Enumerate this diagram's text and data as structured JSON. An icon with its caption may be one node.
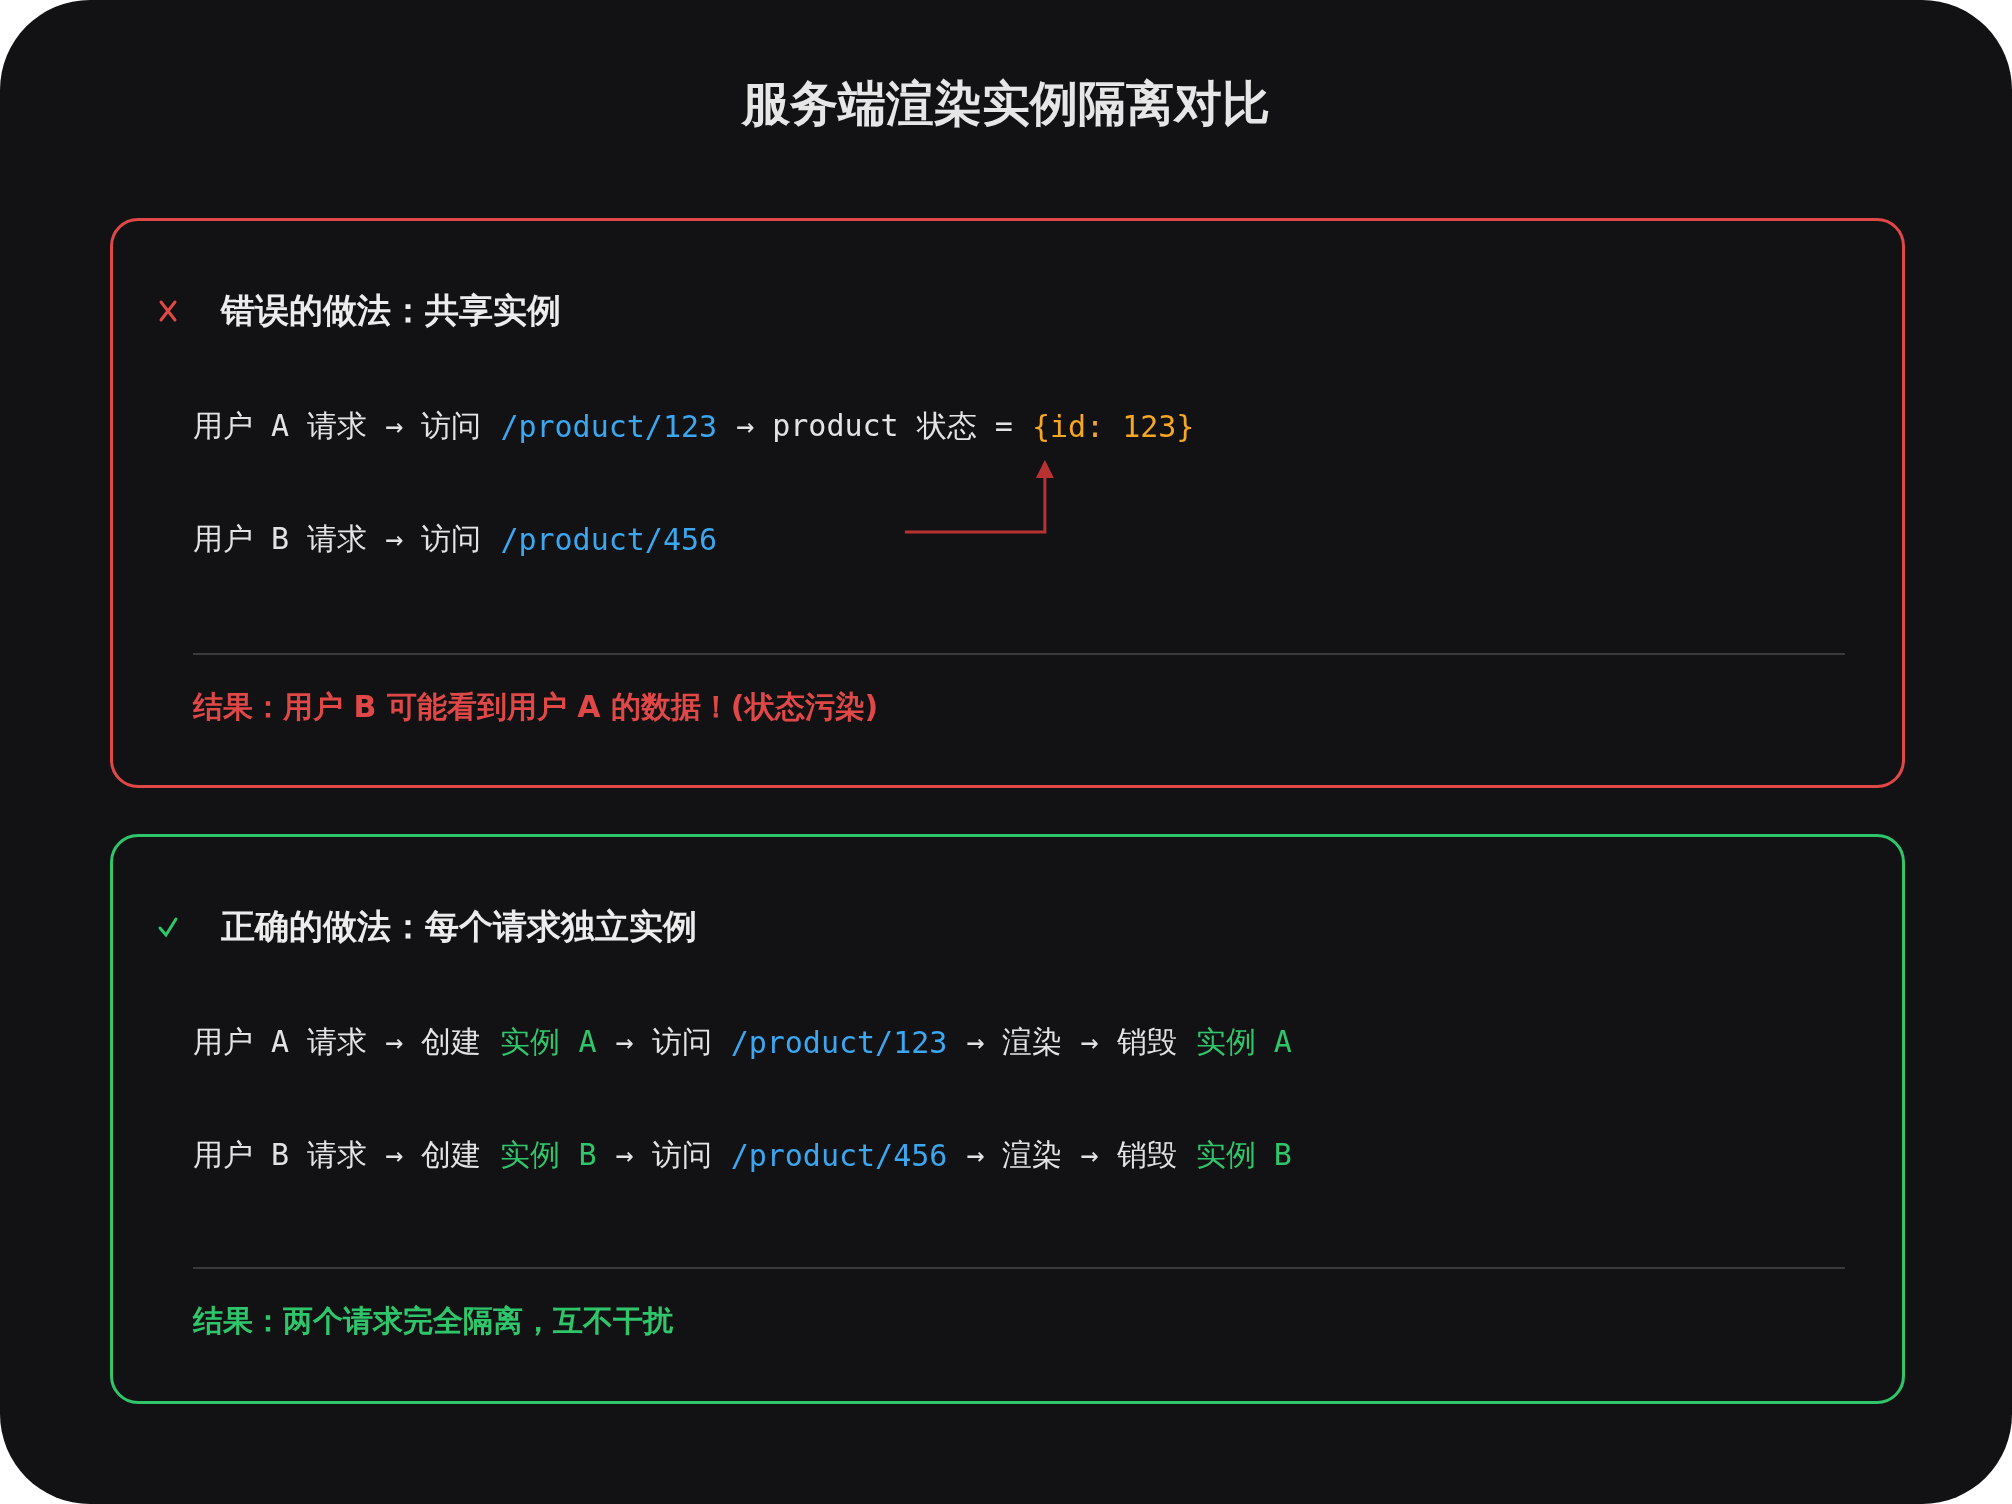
{
  "diagram": {
    "title": "服务端渲染实例隔离对比",
    "nodes": [
      {
        "text": [
          "错误的做法：共享实例",
          "结果：用户 B 可能看到用户 A 的数据！(状态污染)"
        ]
      },
      {
        "text": [
          "{id: 123}"
        ],
        "in": 0
      },
      {
        "text": [
          "正确的做法：每个请求独立实例",
          "结果：两个请求完全隔离，互不干扰"
        ]
      }
    ],
    "edges": [
      {
        "from": null,
        "to": 1,
        "arrow": "to",
        "color": "#b83232"
      }
    ],
    "labels": [
      "用户 A 请求 → 访问",
      "/product/123",
      "→ product 状态 =",
      "用户 B 请求 → 访问",
      "/product/456",
      "用户 A 请求 → 创建",
      "实例 A",
      "→ 访问",
      "/product/123",
      "→ 渲染 → 销毁",
      "实例 A",
      "用户 B 请求 → 创建",
      "实例 B",
      "→ 访问",
      "/product/456",
      "→ 渲染 → 销毁",
      "实例 B"
    ]
  }
}
